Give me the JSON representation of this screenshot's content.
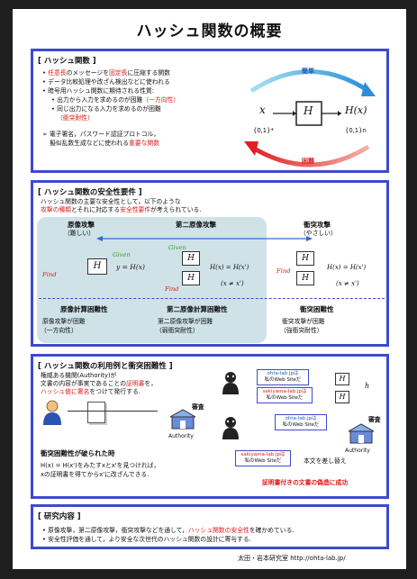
{
  "title": "ハッシュ関数の概要",
  "section1": {
    "heading": "[ ハッシュ関数 ]",
    "bullet1_a": "任意長",
    "bullet1_b": "のメッセージを",
    "bullet1_c": "固定長",
    "bullet1_d": "に圧縮する関数",
    "bullet2": "データ比較処理や改ざん検出などに使われる",
    "bullet3": "暗号用ハッシュ関数に期待される性質:",
    "sub1_a": "出力から入力を求めるのが困難",
    "sub1_b": "（一方向性）",
    "sub2_a": "同じ出力になる入力を求めるのが困難",
    "sub2_b": "（衝突耐性）",
    "bullet4_a": "電子署名，パスワード認証プロトコル，",
    "bullet4_b": "擬似乱数生成などに使われる",
    "bullet4_c": "重要な関数",
    "diagram": {
      "easy": "簡単",
      "hard": "困難",
      "input": "x",
      "func": "H",
      "output": "H(x)",
      "in_set": "{0,1}*",
      "out_set": "{0,1}n"
    }
  },
  "section2": {
    "heading": "[ ハッシュ関数の安全性要件 ]",
    "intro1": "ハッシュ関数の主要な安全性として，以下のような",
    "intro2_a": "攻撃の種類",
    "intro2_b": "とそれに対応する",
    "intro2_c": "安全性要件",
    "intro2_d": "が考えられている.",
    "col1_title": "原像攻撃",
    "col1_sub": "（難しい）",
    "col2_title": "第二原像攻撃",
    "col3_title": "衝突攻撃",
    "col3_sub": "（やさしい）",
    "given": "Given",
    "find": "Find",
    "eq1": "y = H(x)",
    "eq2": "H(x) = H(x')",
    "neq": "(x ≠ x')",
    "req1_title": "原像計算困難性",
    "req1_a": "原像攻撃が困難",
    "req1_b": "（一方向性）",
    "req2_title": "第二原像計算困難性",
    "req2_a": "第二原像攻撃が困難",
    "req2_b": "（弱衝突耐性）",
    "req3_title": "衝突困難性",
    "req3_a": "衝突攻撃が困難",
    "req3_b": "（強衝突耐性）"
  },
  "section3": {
    "heading": "[ ハッシュ関数の利用例と衝突困難性 ]",
    "p1": "権威ある機関(Authority)が",
    "p2_a": "文書の内容が事実であることの",
    "p2_b": "証明書",
    "p2_c": "を，",
    "p3_a": "ハッシュ値に署名",
    "p3_b": "をつけて発行する.",
    "review": "審査",
    "authority": "Authority",
    "broken_title": "衝突困難性が破られた時",
    "broken1": "H(x) = H(x')をみたすxとx'を見つければ，",
    "broken2": "xの証明書を得てからx'に改ざんできる.",
    "doc_a1": "ohta-lab.jpは",
    "doc_a2": "私のWeb Siteだ",
    "doc_b1": "sakiyama-lab.jpは",
    "doc_b2": "私のWeb Siteだ",
    "swap": "本文を差し替え",
    "forgery": "証明書付きの文書の偽造に成功",
    "h": "h"
  },
  "section4": {
    "heading": "[ 研究内容 ]",
    "b1_a": "原像攻撃，第二原像攻撃，衝突攻撃などを通して，",
    "b1_b": "ハッシュ関数の安全性",
    "b1_c": "を確かめている.",
    "b2": "安全性評価を通して，より安全な次世代のハッシュ関数の設計に寄与する."
  },
  "footer": "太田・岩本研究室  http://ohta-lab.jp/"
}
